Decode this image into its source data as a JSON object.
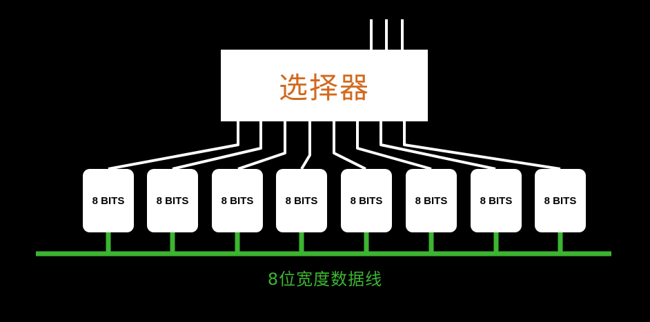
{
  "selector": {
    "label": "选择器",
    "color": "#d2691e"
  },
  "registers": [
    {
      "label": "8 BITS"
    },
    {
      "label": "8 BITS"
    },
    {
      "label": "8 BITS"
    },
    {
      "label": "8 BITS"
    },
    {
      "label": "8 BITS"
    },
    {
      "label": "8 BITS"
    },
    {
      "label": "8 BITS"
    },
    {
      "label": "8 BITS"
    }
  ],
  "bus": {
    "label": "8位宽度数据线",
    "color": "#3cb531"
  },
  "wire_color": "#ffffff"
}
